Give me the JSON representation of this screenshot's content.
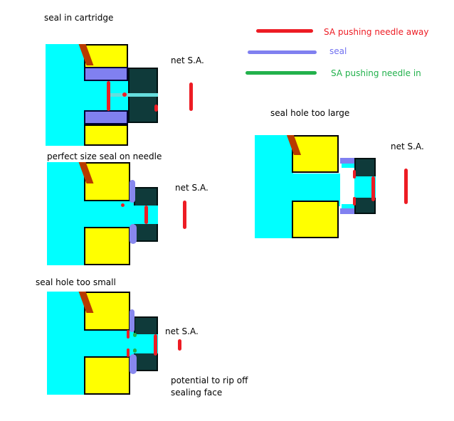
{
  "labels": {
    "p1": "seal in cartridge",
    "p2": "perfect size seal on needle",
    "p3": "seal hole too small",
    "p4": "seal hole too large",
    "net": "net S.A.",
    "rip": "potential to rip off\nsealing face"
  },
  "legend": [
    {
      "label": "SA pushing needle away",
      "color": "#ed1c24"
    },
    {
      "label": "seal",
      "color": "#8080f0"
    },
    {
      "label": "SA pushing needle in",
      "color": "#22b14c"
    }
  ]
}
